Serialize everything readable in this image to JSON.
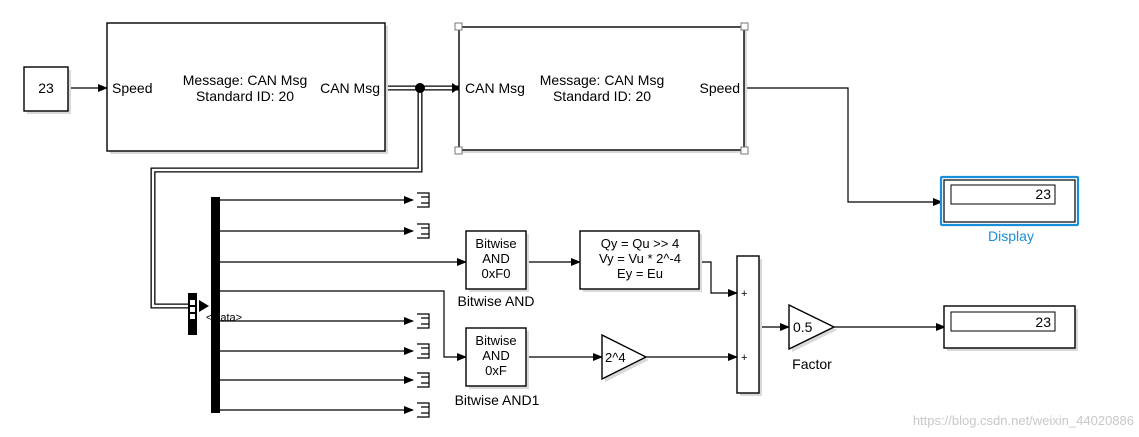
{
  "constant": {
    "value": "23"
  },
  "can_pack": {
    "in_port": "Speed",
    "line1": "Message: CAN Msg",
    "line2": "Standard ID: 20",
    "out_port": "CAN Msg"
  },
  "can_unpack": {
    "in_port": "CAN Msg",
    "line1": "Message: CAN Msg",
    "line2": "Standard ID: 20",
    "out_port": "Speed"
  },
  "display": {
    "value": "23",
    "label": "Display"
  },
  "display2": {
    "value": "23"
  },
  "bus_selector": {
    "port_label": "<Data>"
  },
  "bitwise_and": {
    "line1": "Bitwise",
    "line2": "AND",
    "line3": "0xF0",
    "label": "Bitwise AND"
  },
  "bitwise_and1": {
    "line1": "Bitwise",
    "line2": "AND",
    "line3": "0xF",
    "label": "Bitwise AND1"
  },
  "conversion": {
    "line1": "Qy = Qu >> 4",
    "line2": "Vy = Vu * 2^-4",
    "line3": "Ey = Eu"
  },
  "gain_shift": {
    "value": "2^4"
  },
  "sum": {
    "sign1": "+",
    "sign2": "+"
  },
  "factor": {
    "value": "0.5",
    "label": "Factor"
  },
  "watermark": "https://blog.csdn.net/weixin_44020886",
  "colors": {
    "selected": "#1a8fd9",
    "shadow": "#d9d9d9"
  }
}
